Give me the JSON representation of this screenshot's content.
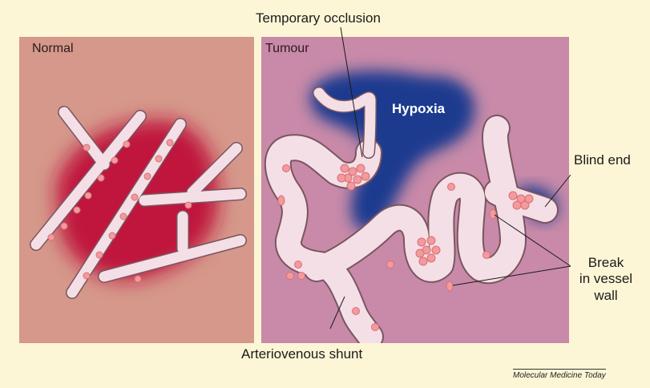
{
  "panels": {
    "normal_label": "Normal",
    "tumour_label": "Tumour"
  },
  "callouts": {
    "temporary_occlusion": "Temporary occlusion",
    "hypoxia": "Hypoxia",
    "blind_end": "Blind end",
    "break_line1": "Break",
    "break_line2": "in vessel",
    "break_line3": "wall",
    "arteriovenous_shunt": "Arteriovenous shunt"
  },
  "credit": "Molecular Medicine Today",
  "colors": {
    "background": "#fdf6d6",
    "normal_panel": "#d5988a",
    "tumour_panel": "#c88aa8",
    "normal_tissue_oxygenated": "#c0163e",
    "hypoxia": "#1f3b8f",
    "vessel": "#f4dfe6",
    "red_cell": "#f29a9c"
  }
}
